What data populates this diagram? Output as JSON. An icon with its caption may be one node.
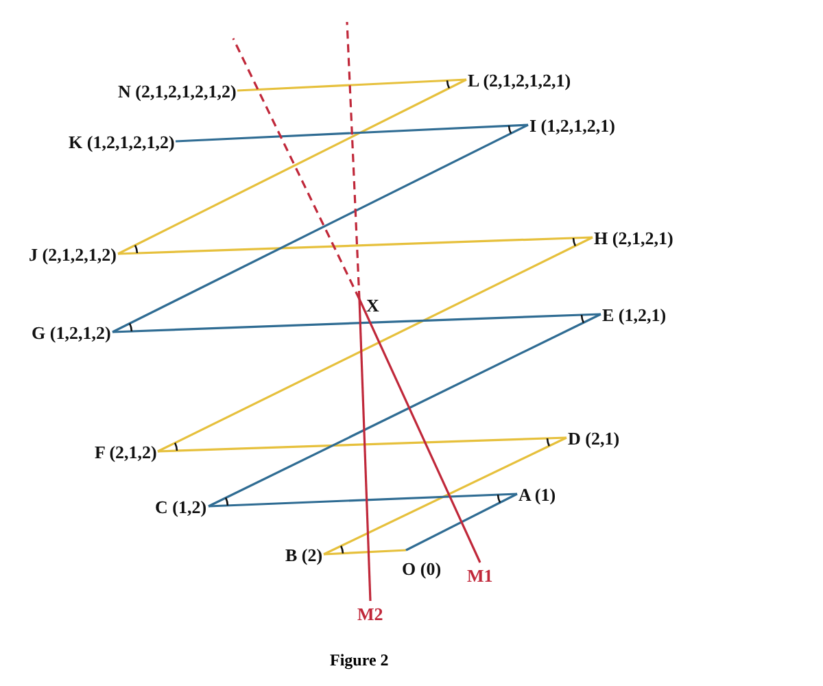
{
  "diagram": {
    "caption": "Figure 2",
    "nodes": [
      {
        "text": [
          "N (2,1,2,1,2,1,2)"
        ]
      },
      {
        "text": [
          "L (2,1,2,1,2,1)"
        ]
      },
      {
        "text": [
          "K (1,2,1,2,1,2)"
        ]
      },
      {
        "text": [
          "I (1,2,1,2,1)"
        ]
      },
      {
        "text": [
          "J (2,1,2,1,2)"
        ]
      },
      {
        "text": [
          "H (2,1,2,1)"
        ]
      },
      {
        "text": [
          "X"
        ]
      },
      {
        "text": [
          "G (1,2,1,2)"
        ]
      },
      {
        "text": [
          "E (1,2,1)"
        ]
      },
      {
        "text": [
          "F (2,1,2)"
        ]
      },
      {
        "text": [
          "D (2,1)"
        ]
      },
      {
        "text": [
          "C (1,2)"
        ]
      },
      {
        "text": [
          "A (1)"
        ]
      },
      {
        "text": [
          "B (2)"
        ]
      },
      {
        "text": [
          "O (0)"
        ]
      },
      {
        "text": [
          "M1"
        ]
      },
      {
        "text": [
          "M2"
        ]
      }
    ],
    "edges": [
      {
        "from": 14,
        "to": 13,
        "arrow": "none",
        "color": "#e6c03c"
      },
      {
        "from": 13,
        "to": 10,
        "arrow": "none",
        "color": "#e6c03c"
      },
      {
        "from": 10,
        "to": 9,
        "arrow": "none",
        "color": "#e6c03c"
      },
      {
        "from": 9,
        "to": 5,
        "arrow": "none",
        "color": "#e6c03c"
      },
      {
        "from": 5,
        "to": 4,
        "arrow": "none",
        "color": "#e6c03c"
      },
      {
        "from": 4,
        "to": 1,
        "arrow": "none",
        "color": "#e6c03c"
      },
      {
        "from": 1,
        "to": 0,
        "arrow": "none",
        "color": "#e6c03c"
      },
      {
        "from": 14,
        "to": 12,
        "arrow": "none",
        "color": "#2f6c93"
      },
      {
        "from": 12,
        "to": 11,
        "arrow": "none",
        "color": "#2f6c93"
      },
      {
        "from": 11,
        "to": 8,
        "arrow": "none",
        "color": "#2f6c93"
      },
      {
        "from": 8,
        "to": 7,
        "arrow": "none",
        "color": "#2f6c93"
      },
      {
        "from": 7,
        "to": 3,
        "arrow": "none",
        "color": "#2f6c93"
      },
      {
        "from": 3,
        "to": 2,
        "arrow": "none",
        "color": "#2f6c93"
      },
      {
        "from": 6,
        "to": 15,
        "arrow": "none",
        "color": "#c0283a"
      },
      {
        "from": 6,
        "to": 16,
        "arrow": "none",
        "color": "#c0283a"
      },
      {
        "from": 6,
        "to": null,
        "arrow": "none",
        "color": "#c0283a",
        "style": "dashed"
      },
      {
        "from": 6,
        "to": null,
        "arrow": "none",
        "color": "#c0283a",
        "style": "dashed"
      }
    ]
  }
}
